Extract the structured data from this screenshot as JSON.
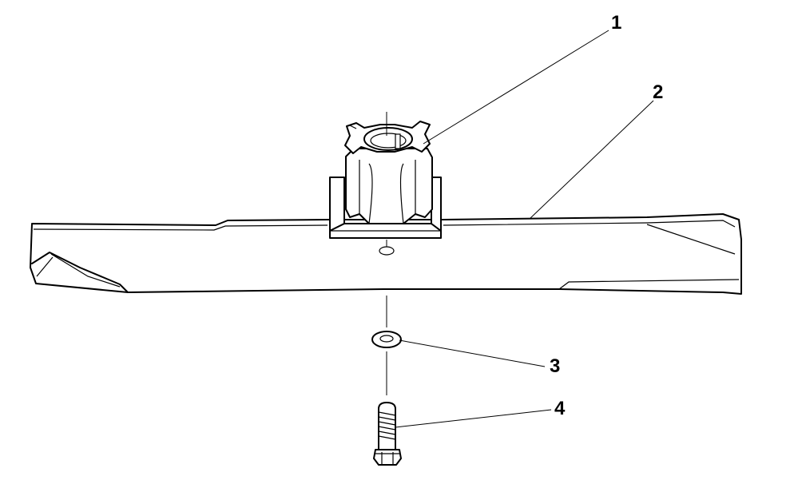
{
  "callouts": [
    {
      "label": "1",
      "part": "blade adapter"
    },
    {
      "label": "2",
      "part": "blade"
    },
    {
      "label": "3",
      "part": "washer"
    },
    {
      "label": "4",
      "part": "bolt"
    }
  ]
}
